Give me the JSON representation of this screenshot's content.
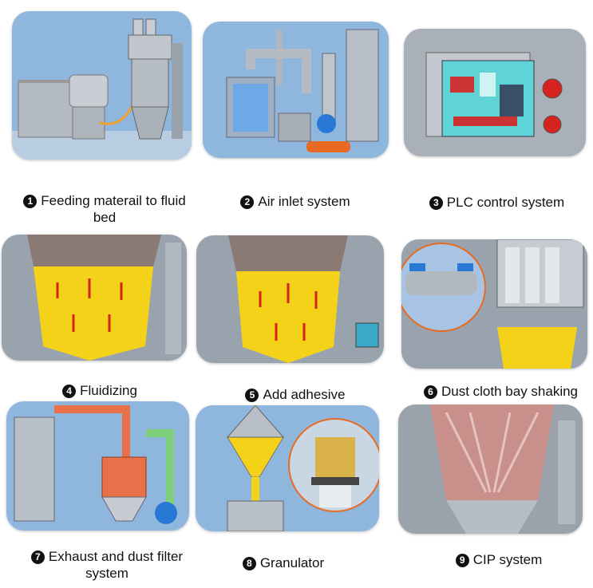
{
  "steps": [
    {
      "number": "1",
      "label": "Feeding materail to fluid bed"
    },
    {
      "number": "2",
      "label": "Air inlet system"
    },
    {
      "number": "3",
      "label": "PLC control system"
    },
    {
      "number": "4",
      "label": "Fluidizing"
    },
    {
      "number": "5",
      "label": "Add adhesive"
    },
    {
      "number": "6",
      "label": "Dust cloth bay shaking"
    },
    {
      "number": "7",
      "label": "Exhaust and dust filter system"
    },
    {
      "number": "8",
      "label": "Granulator"
    },
    {
      "number": "9",
      "label": "CIP system"
    }
  ],
  "colors": {
    "background": "#ffffff",
    "panel_blue": "#8fb6dd",
    "steel": "#b9bfc6",
    "particle_yellow": "#f4d21a",
    "arrow_red": "#d6231f",
    "exhaust_orange": "#e8714a",
    "pipe_green": "#7fcf7a",
    "pipe_blue": "#2a78d6",
    "pipe_orange": "#e96a22"
  },
  "icons": [
    "number-badge-icon"
  ]
}
